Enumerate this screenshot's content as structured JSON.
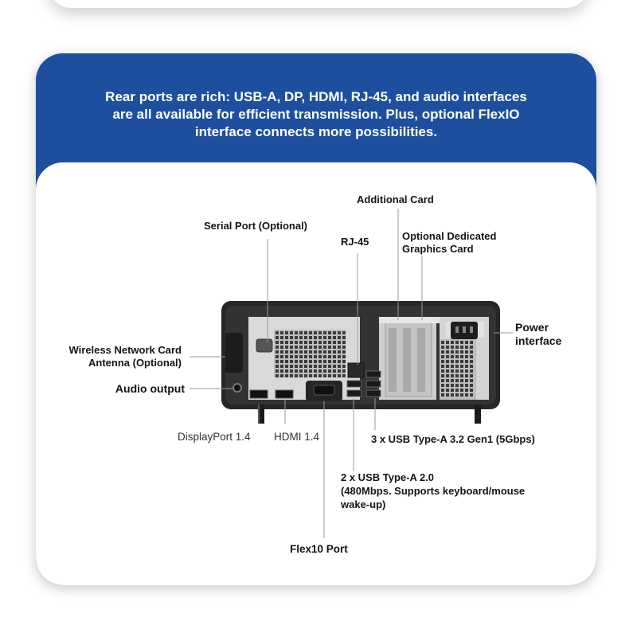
{
  "headline": [
    "Rear ports are rich: USB-A, DP, HDMI, RJ-45, and audio interfaces",
    "are all available for efficient transmission. Plus, optional FlexIO",
    "interface connects more possibilities."
  ],
  "labels": {
    "additional_card": "Additional Card",
    "serial_port": "Serial Port (Optional)",
    "rj45": "RJ-45",
    "graphics_card": [
      "Optional Dedicated",
      "Graphics Card"
    ],
    "power": [
      "Power",
      "interface"
    ],
    "antenna": [
      "Wireless Network Card",
      "Antenna (Optional)"
    ],
    "audio": "Audio output",
    "displayport": "DisplayPort 1.4",
    "hdmi": "HDMI 1.4",
    "usb32": "3 x USB Type-A 3.2 Gen1 (5Gbps)",
    "usb20": [
      "2 x USB Type-A 2.0",
      "(480Mbps. Supports keyboard/mouse",
      "wake-up)"
    ],
    "flex10": "Flex10 Port"
  },
  "colors": {
    "banner_blue": "#1d4f9e",
    "chassis": "#2a2a2a",
    "panel": "#dcdcdc"
  }
}
